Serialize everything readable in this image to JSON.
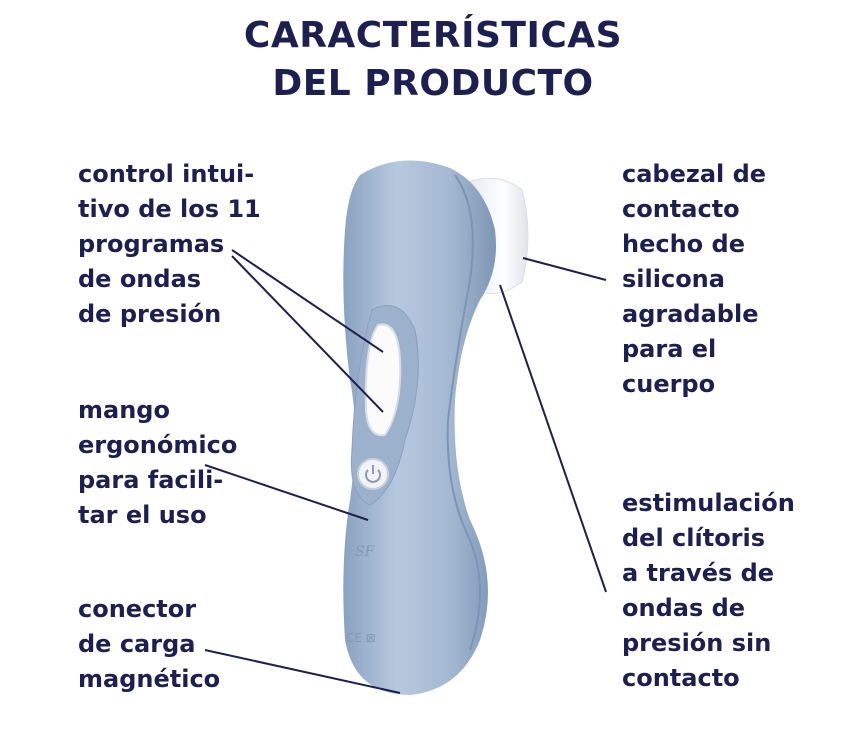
{
  "title": {
    "line1": "CARACTERÍSTICAS",
    "line2": "DEL PRODUCTO"
  },
  "features": {
    "control": [
      "control intui-",
      "tivo de los 11",
      "programas",
      "de ondas",
      "de presión"
    ],
    "mango": [
      "mango",
      "ergonómico",
      "para facili-",
      "tar el uso"
    ],
    "conector": [
      "conector",
      "de carga",
      "magnético"
    ],
    "cabezal": [
      "cabezal de",
      "contacto",
      "hecho de",
      "silicona",
      "agradable",
      "para el",
      "cuerpo"
    ],
    "estimulacion": [
      "estimulación",
      "del clítoris",
      "a través de",
      "ondas de",
      "presión sin",
      "contacto"
    ]
  },
  "colors": {
    "text": "#1c1f4f",
    "product": "#a9bdd6",
    "product_dark": "#7f98b8",
    "head": "#f4f4f4"
  },
  "product_logo": "SF"
}
